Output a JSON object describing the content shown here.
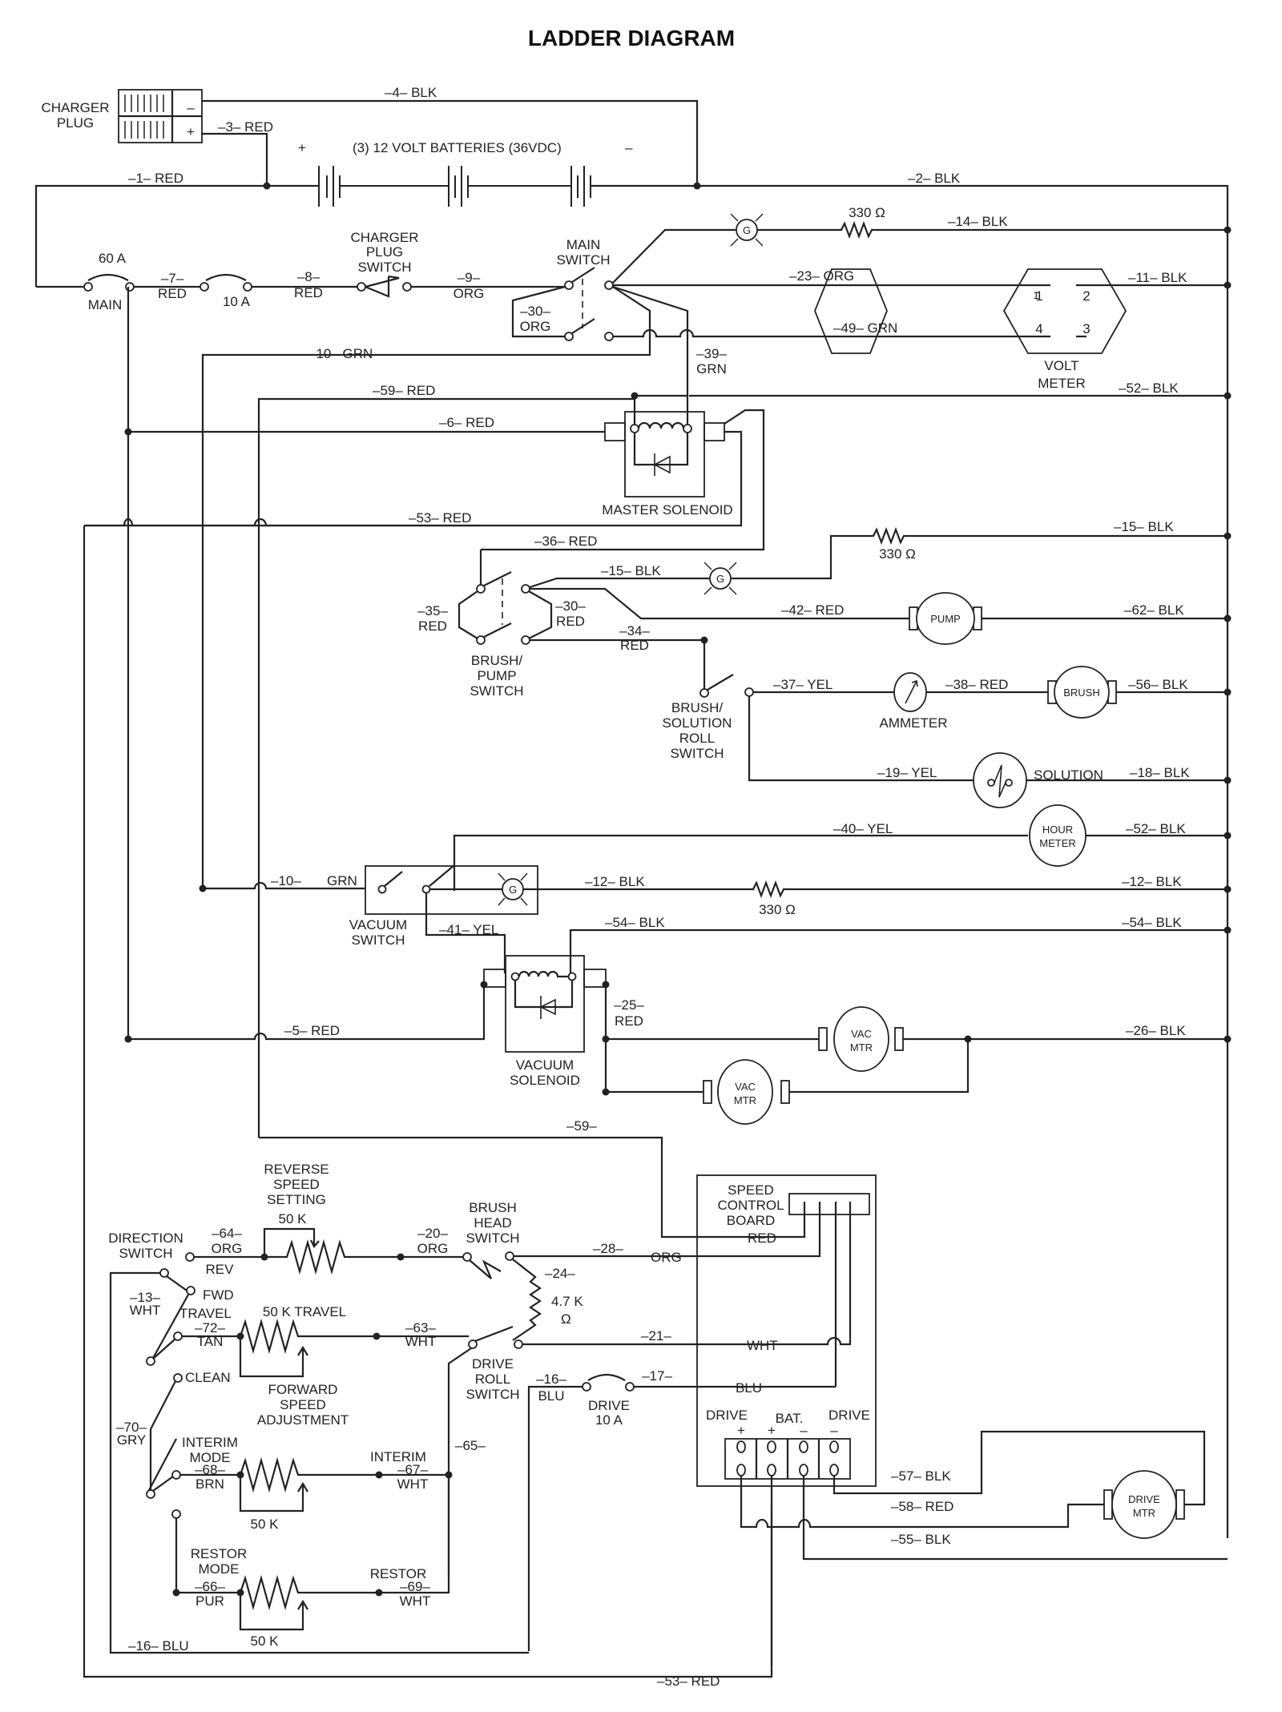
{
  "title": "LADDER DIAGRAM",
  "components": {
    "charger_plug": [
      "CHARGER",
      "PLUG"
    ],
    "batteries": "(3) 12 VOLT BATTERIES (36VDC)",
    "battery_plus": "+",
    "battery_minus": "–",
    "plug_minus": "–",
    "plug_plus": "+",
    "main_breaker": {
      "rating": "60 A",
      "label": "MAIN"
    },
    "fuse_10a": "10 A",
    "charger_plug_switch": [
      "CHARGER",
      "PLUG",
      "SWITCH"
    ],
    "main_switch": [
      "MAIN",
      "SWITCH"
    ],
    "volt_meter": [
      "VOLT",
      "METER"
    ],
    "volt_meter_pins": [
      "1",
      "2",
      "4",
      "3"
    ],
    "master_solenoid": "MASTER SOLENOID",
    "brush_pump_switch": [
      "BRUSH/",
      "PUMP",
      "SWITCH"
    ],
    "brush_solution_roll_switch": [
      "BRUSH/",
      "SOLUTION",
      "ROLL",
      "SWITCH"
    ],
    "pump": "PUMP",
    "ammeter": "AMMETER",
    "brush": "BRUSH",
    "solution": "SOLUTION",
    "hour_meter": [
      "HOUR",
      "METER"
    ],
    "vacuum_switch": [
      "VACUUM",
      "SWITCH"
    ],
    "vacuum_solenoid": [
      "VACUUM",
      "SOLENOID"
    ],
    "vac_motor": [
      "VAC",
      "MTR"
    ],
    "lamp": "G",
    "resistor_330": "330 Ω",
    "reverse_speed_setting": [
      "REVERSE",
      "SPEED",
      "SETTING"
    ],
    "pot_50k": "50 K",
    "direction_switch": [
      "DIRECTION",
      "SWITCH"
    ],
    "rev": "REV",
    "fwd": "FWD",
    "travel": "TRAVEL",
    "clean": "CLEAN",
    "travel_50k": "50 K TRAVEL",
    "forward_speed_adjustment": [
      "FORWARD",
      "SPEED",
      "ADJUSTMENT"
    ],
    "brush_head_switch": [
      "BRUSH",
      "HEAD",
      "SWITCH"
    ],
    "resistor_4_7k": [
      "4.7 K",
      "Ω"
    ],
    "drive_roll_switch": [
      "DRIVE",
      "ROLL",
      "SWITCH"
    ],
    "drive_fuse": [
      "DRIVE",
      "10 A"
    ],
    "speed_control_board": [
      "SPEED",
      "CONTROL",
      "BOARD"
    ],
    "board_terminals": {
      "drive_plus": "DRIVE",
      "bat": "BAT.",
      "drive_minus": "DRIVE",
      "signs": [
        "+",
        "+",
        "–",
        "–"
      ]
    },
    "interim_mode": [
      "INTERIM",
      "MODE"
    ],
    "interim": "INTERIM",
    "restor_mode": [
      "RESTOR",
      "MODE"
    ],
    "restor": "RESTOR",
    "drive_motor": [
      "DRIVE",
      "MTR"
    ]
  },
  "wires": {
    "w4": "–4–  BLK",
    "w3": "–3–  RED",
    "w1": "–1–  RED",
    "w2": "–2–  BLK",
    "w14": "–14–  BLK",
    "w7": [
      "–7–",
      "RED"
    ],
    "w8": [
      "–8–",
      "RED"
    ],
    "w9": [
      "–9–",
      "ORG"
    ],
    "w23": "–23–  ORG",
    "w11": "–11–  BLK",
    "w30a": [
      "–30–",
      "ORG"
    ],
    "w49": "–49–  GRN",
    "w10": "–10–   GRN",
    "w39": [
      "–39–",
      "GRN"
    ],
    "w59": "–59–   RED",
    "w52a": "–52–  BLK",
    "w6": "–6–   RED",
    "w53": "–53–   RED",
    "w36": "–36–   RED",
    "w15a": "–15–  BLK",
    "w15b": "–15–  BLK",
    "w35": [
      "–35–",
      "RED"
    ],
    "w30b": [
      "–30–",
      "RED"
    ],
    "w42": "–42–  RED",
    "w62": "–62–  BLK",
    "w34": [
      "–34–",
      "RED"
    ],
    "w37": "–37–   YEL",
    "w38": "–38–   RED",
    "w56": "–56–   BLK",
    "w19": "–19–  YEL",
    "w18": "–18–  BLK",
    "w40": "–40–   YEL",
    "w52b": "–52–  BLK",
    "w10b": "–10–",
    "grn": "GRN",
    "w12a": "–12–   BLK",
    "w12b": "–12–   BLK",
    "w41": "–41–   YEL",
    "w54a": "–54–   BLK",
    "w54b": "–54–   BLK",
    "w25": [
      "–25–",
      "RED"
    ],
    "w5": "–5–   RED",
    "w26": "–26–   BLK",
    "w59b": "–59–",
    "w64": [
      "–64–",
      "ORG"
    ],
    "w20": [
      "–20–",
      "ORG"
    ],
    "w28": "–28–",
    "org": "ORG",
    "red": "RED",
    "w24": "–24–",
    "w13": [
      "–13–",
      "WHT"
    ],
    "w72": [
      "–72–",
      "TAN"
    ],
    "w63": [
      "–63–",
      "WHT"
    ],
    "w21": "–21–",
    "wht": "WHT",
    "w16a": [
      "–16–",
      "BLU"
    ],
    "w17": "–17–",
    "blu": "BLU",
    "w70": [
      "–70–",
      "GRY"
    ],
    "w68": [
      "–68–",
      "BRN"
    ],
    "w67": [
      "–67–",
      "WHT"
    ],
    "w65": "–65–",
    "w66": [
      "–66–",
      "PUR"
    ],
    "w69": [
      "–69–",
      "WHT"
    ],
    "w57": "–57–   BLK",
    "w58": "–58–   RED",
    "w55": "–55–   BLK",
    "w16b": "–16–    BLU",
    "w53b": "–53–    RED"
  }
}
